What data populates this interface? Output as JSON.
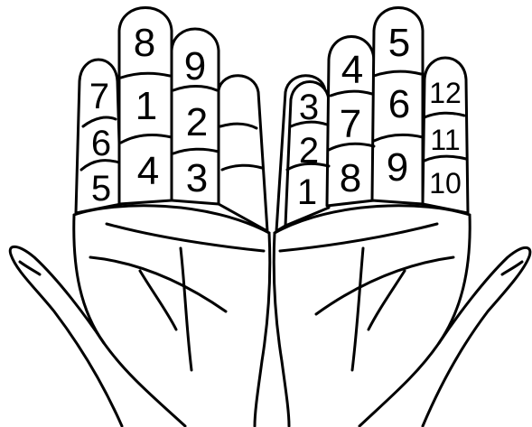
{
  "left_hand": {
    "pinky": [
      "7",
      "6",
      "5"
    ],
    "ring": [
      "8",
      "1",
      "4"
    ],
    "middle": [
      "9",
      "2",
      "3"
    ],
    "index": []
  },
  "right_hand": {
    "index": [],
    "middle": [
      "3",
      "2",
      "1"
    ],
    "ring": [
      "4",
      "7",
      "8"
    ],
    "tall": [
      "5",
      "6",
      "9"
    ],
    "pinky": [
      "12",
      "11",
      "10"
    ]
  },
  "colors": {
    "line": "#000000",
    "background": "#ffffff"
  }
}
